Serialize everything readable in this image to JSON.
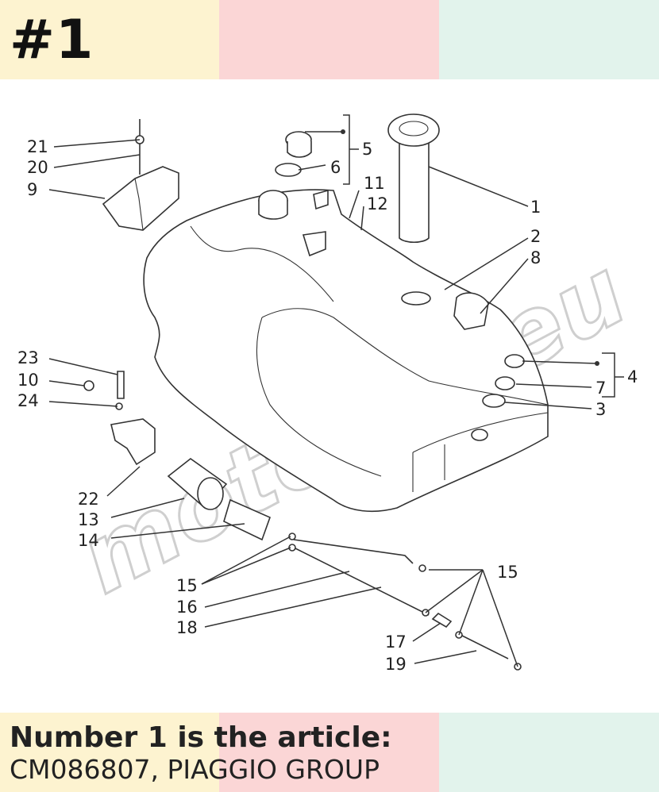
{
  "header": {
    "tag": "#1"
  },
  "band_colors": [
    "#fdf3d0",
    "#fbd6d6",
    "#e2f3ec"
  ],
  "watermark": {
    "text": "motomir.eu"
  },
  "callouts": {
    "c1": "1",
    "c2": "2",
    "c3": "3",
    "c4": "4",
    "c5": "5",
    "c6": "6",
    "c7": "7",
    "c8": "8",
    "c9": "9",
    "c10": "10",
    "c11": "11",
    "c12": "12",
    "c13": "13",
    "c14": "14",
    "c15a": "15",
    "c15b": "15",
    "c16": "16",
    "c17": "17",
    "c18": "18",
    "c19": "19",
    "c20": "20",
    "c21": "21",
    "c22": "22",
    "c23": "23",
    "c24": "24"
  },
  "footer": {
    "line1": "Number 1 is the article:",
    "line2": "CM086807, PIAGGIO GROUP"
  }
}
